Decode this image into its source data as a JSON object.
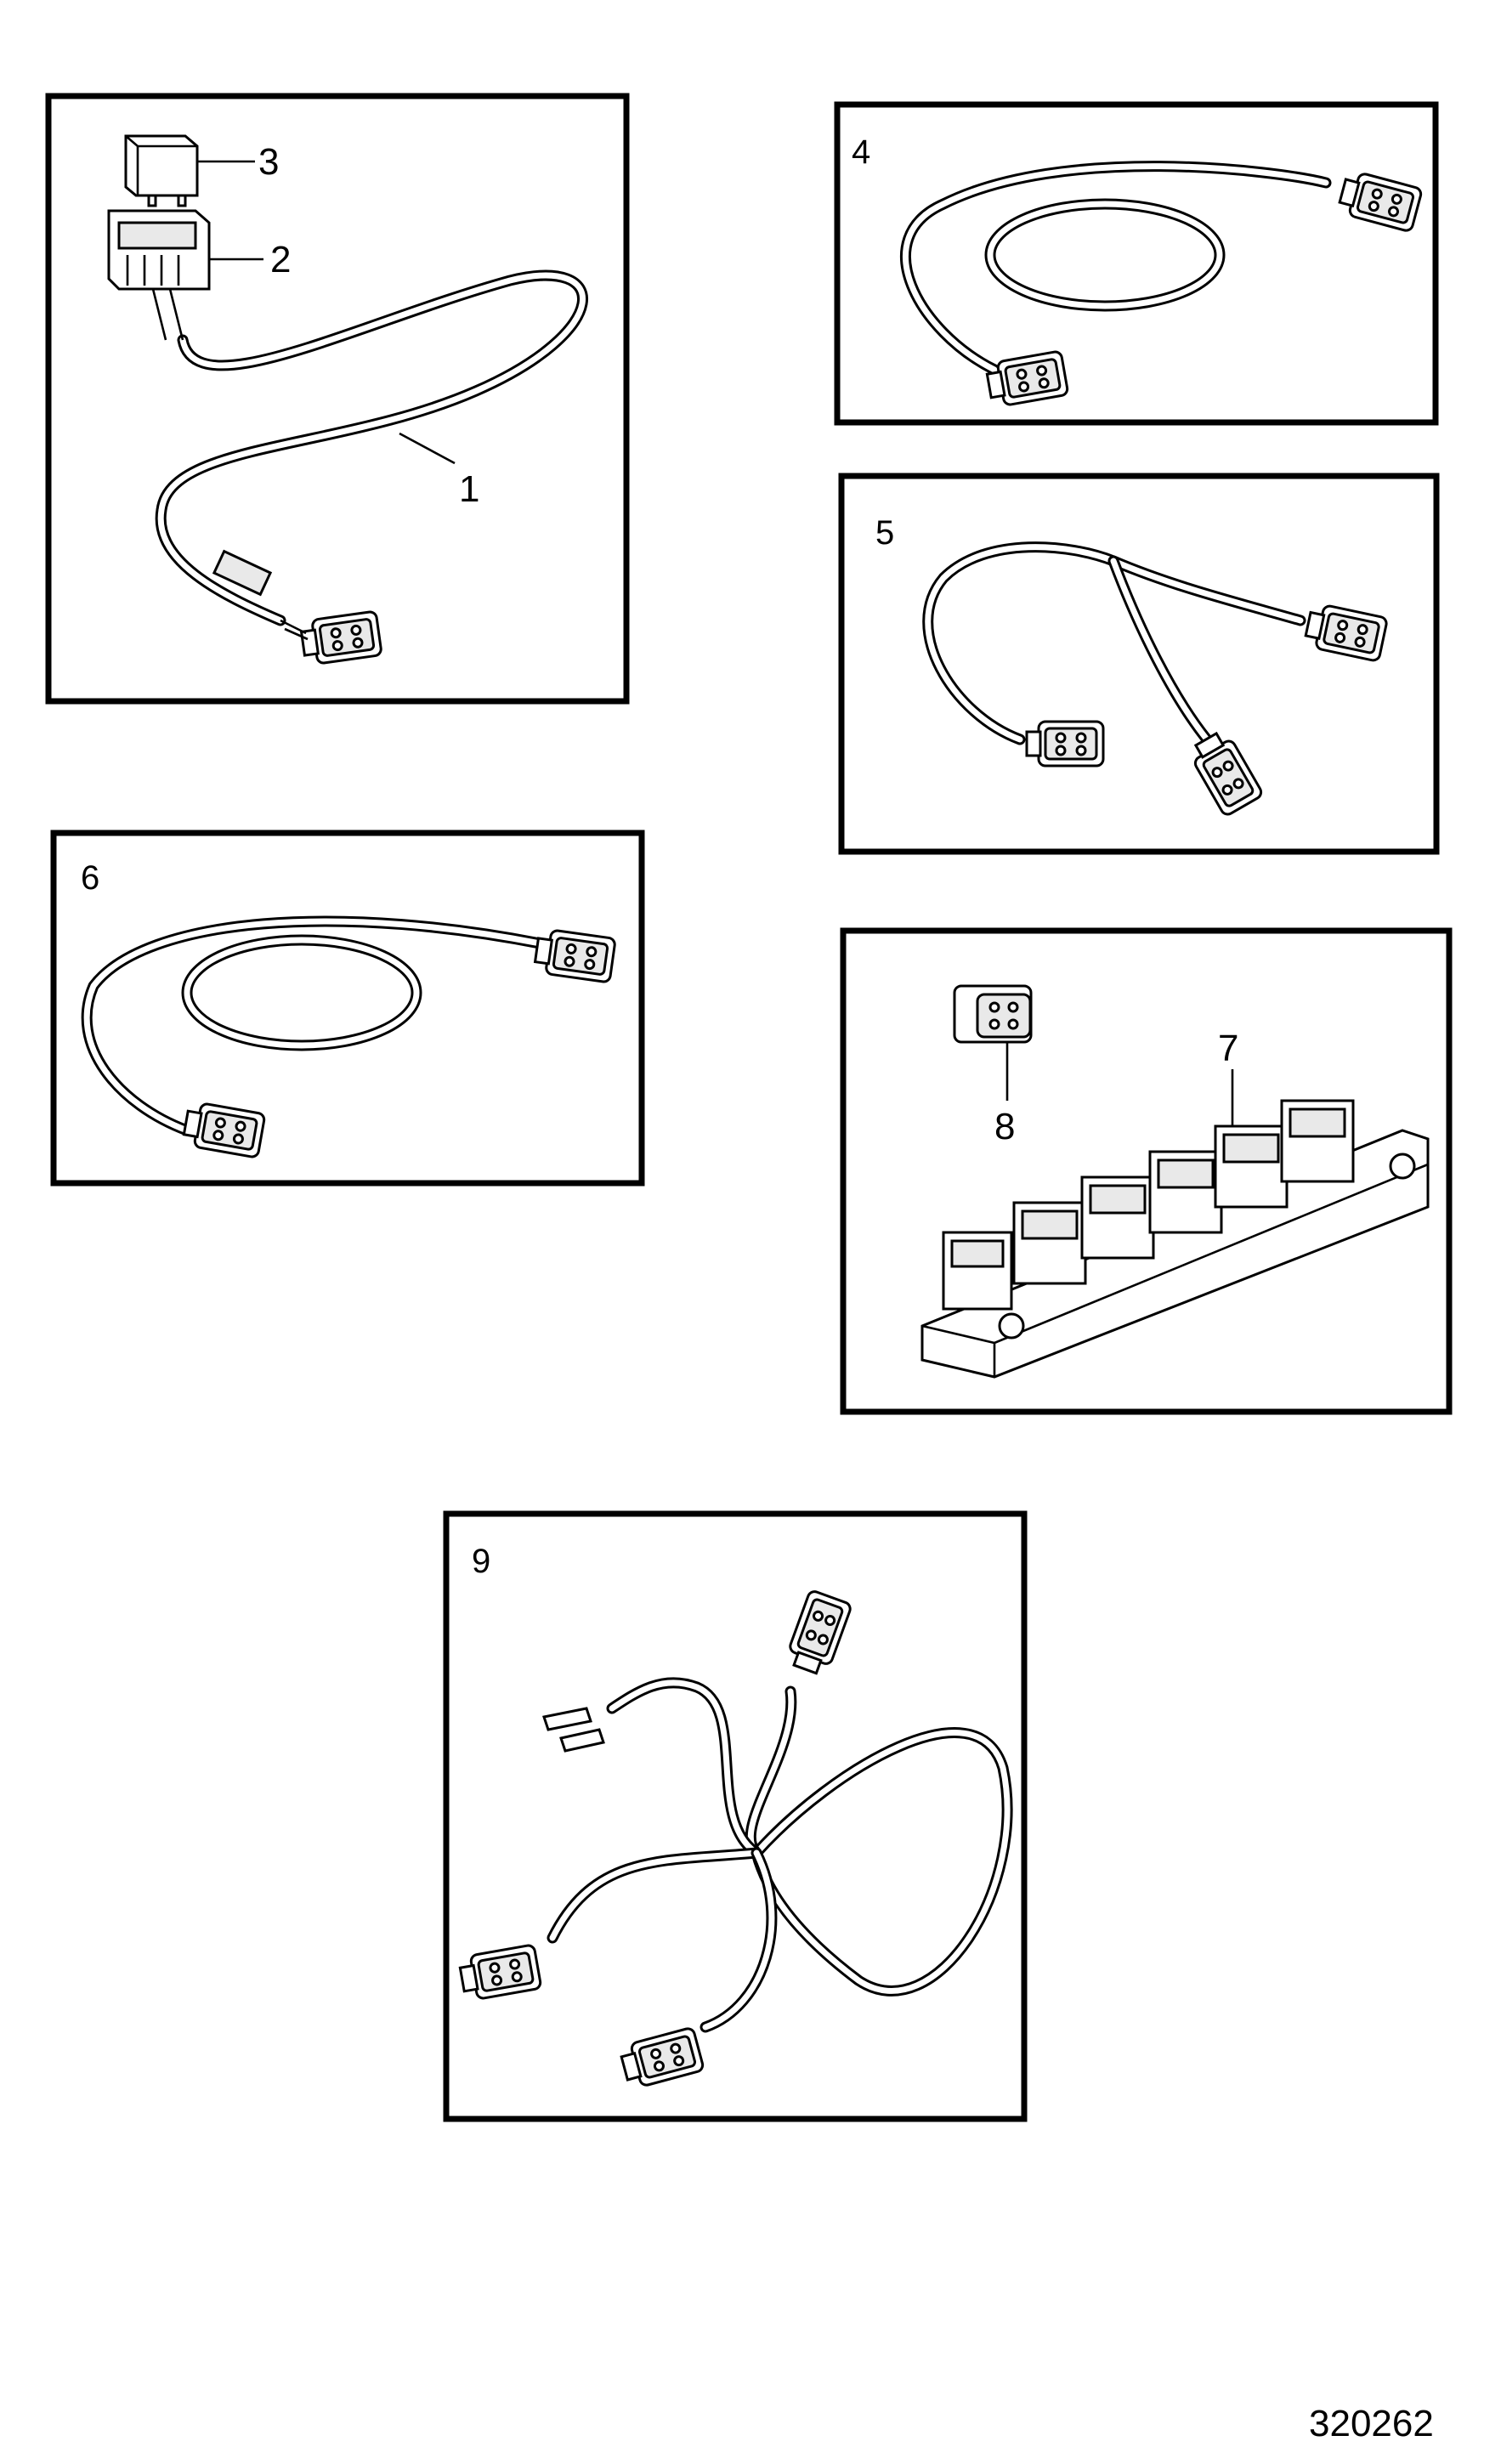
{
  "panels": [
    {
      "label": "1"
    },
    {
      "label": "4"
    },
    {
      "label": "5"
    },
    {
      "label": "6"
    },
    {
      "label": "7"
    },
    {
      "label": "9"
    }
  ],
  "callouts": {
    "harness": "1",
    "relay_holder": "2",
    "relay": "3",
    "connector_block": "7",
    "plug": "8"
  },
  "panel_titles": {
    "p4": "4",
    "p5": "5",
    "p6": "6",
    "p9": "9"
  },
  "figure_number": "320262"
}
